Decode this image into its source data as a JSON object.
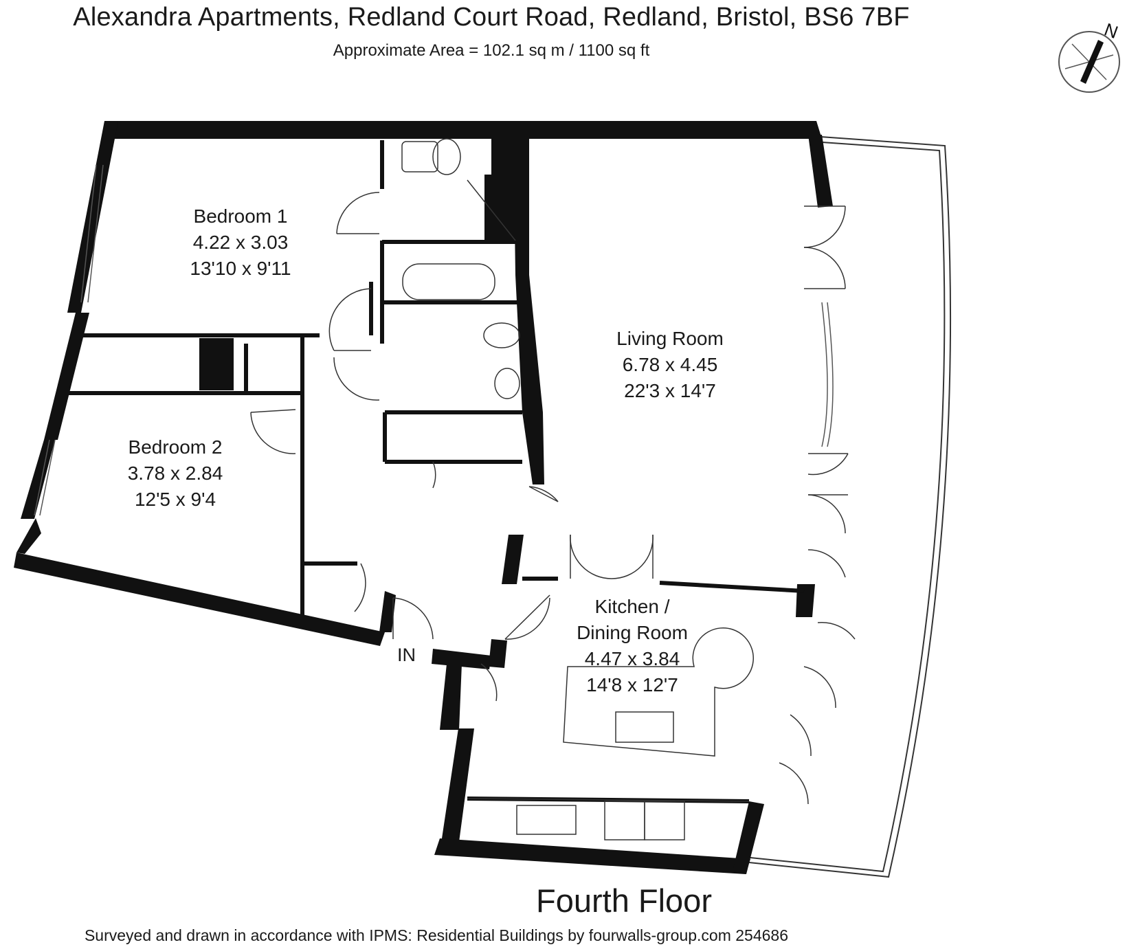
{
  "header": {
    "title": "Alexandra Apartments, Redland Court Road, Redland, Bristol, BS6 7BF",
    "area": "Approximate Area = 102.1 sq m / 1100 sq ft"
  },
  "compass": {
    "label": "N"
  },
  "rooms": [
    {
      "name": "Bedroom 1",
      "metric": "4.22 x 3.03",
      "imperial": "13'10 x 9'11"
    },
    {
      "name": "Bedroom 2",
      "metric": "3.78 x 2.84",
      "imperial": "12'5 x 9'4"
    },
    {
      "name": "Living Room",
      "metric": "6.78 x 4.45",
      "imperial": "22'3 x 14'7"
    },
    {
      "name": "Kitchen /",
      "name2": "Dining Room",
      "metric": "4.47 x 3.84",
      "imperial": "14'8 x 12'7"
    }
  ],
  "entrance": "IN",
  "floor": "Fourth Floor",
  "footer": "Surveyed and drawn in accordance with IPMS: Residential Buildings by fourwalls-group.com 254686"
}
